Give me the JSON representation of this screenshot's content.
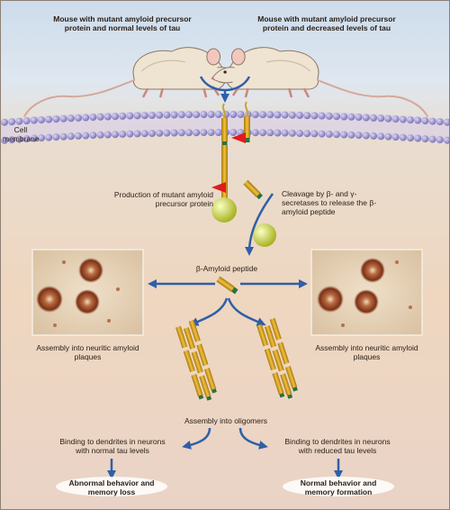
{
  "labels": {
    "mouse_left": "Mouse with mutant amyloid precursor protein and normal levels of tau",
    "mouse_right": "Mouse with mutant amyloid precursor protein and decreased levels of tau",
    "cell_membrane": "Cell membrane",
    "production": "Production of mutant amyloid precursor protein",
    "cleavage": "Cleavage by β- and γ-secretases to release the β-amyloid peptide",
    "peptide": "β-Amyloid peptide",
    "plaques_left": "Assembly into neuritic amyloid plaques",
    "plaques_right": "Assembly into neuritic amyloid plaques",
    "oligomers": "Assembly into oligomers",
    "binding_left": "Binding to dendrites in neurons with normal tau levels",
    "binding_right": "Binding to dendrites in neurons with reduced tau levels",
    "outcome_left": "Abnormal behavior and memory loss",
    "outcome_right": "Normal behavior and memory formation"
  },
  "colors": {
    "arrow": "#2f5fa8",
    "membrane_bead": "#8f86c8",
    "protein": "#d9a21a",
    "secretase": "#e01b1b",
    "peptide_ball": "#d8e04a",
    "plaque": "#8a3f25"
  },
  "icons": [
    "mouse-illustration",
    "plaque-micrograph",
    "oligomer-stack",
    "secretase-wedge"
  ]
}
